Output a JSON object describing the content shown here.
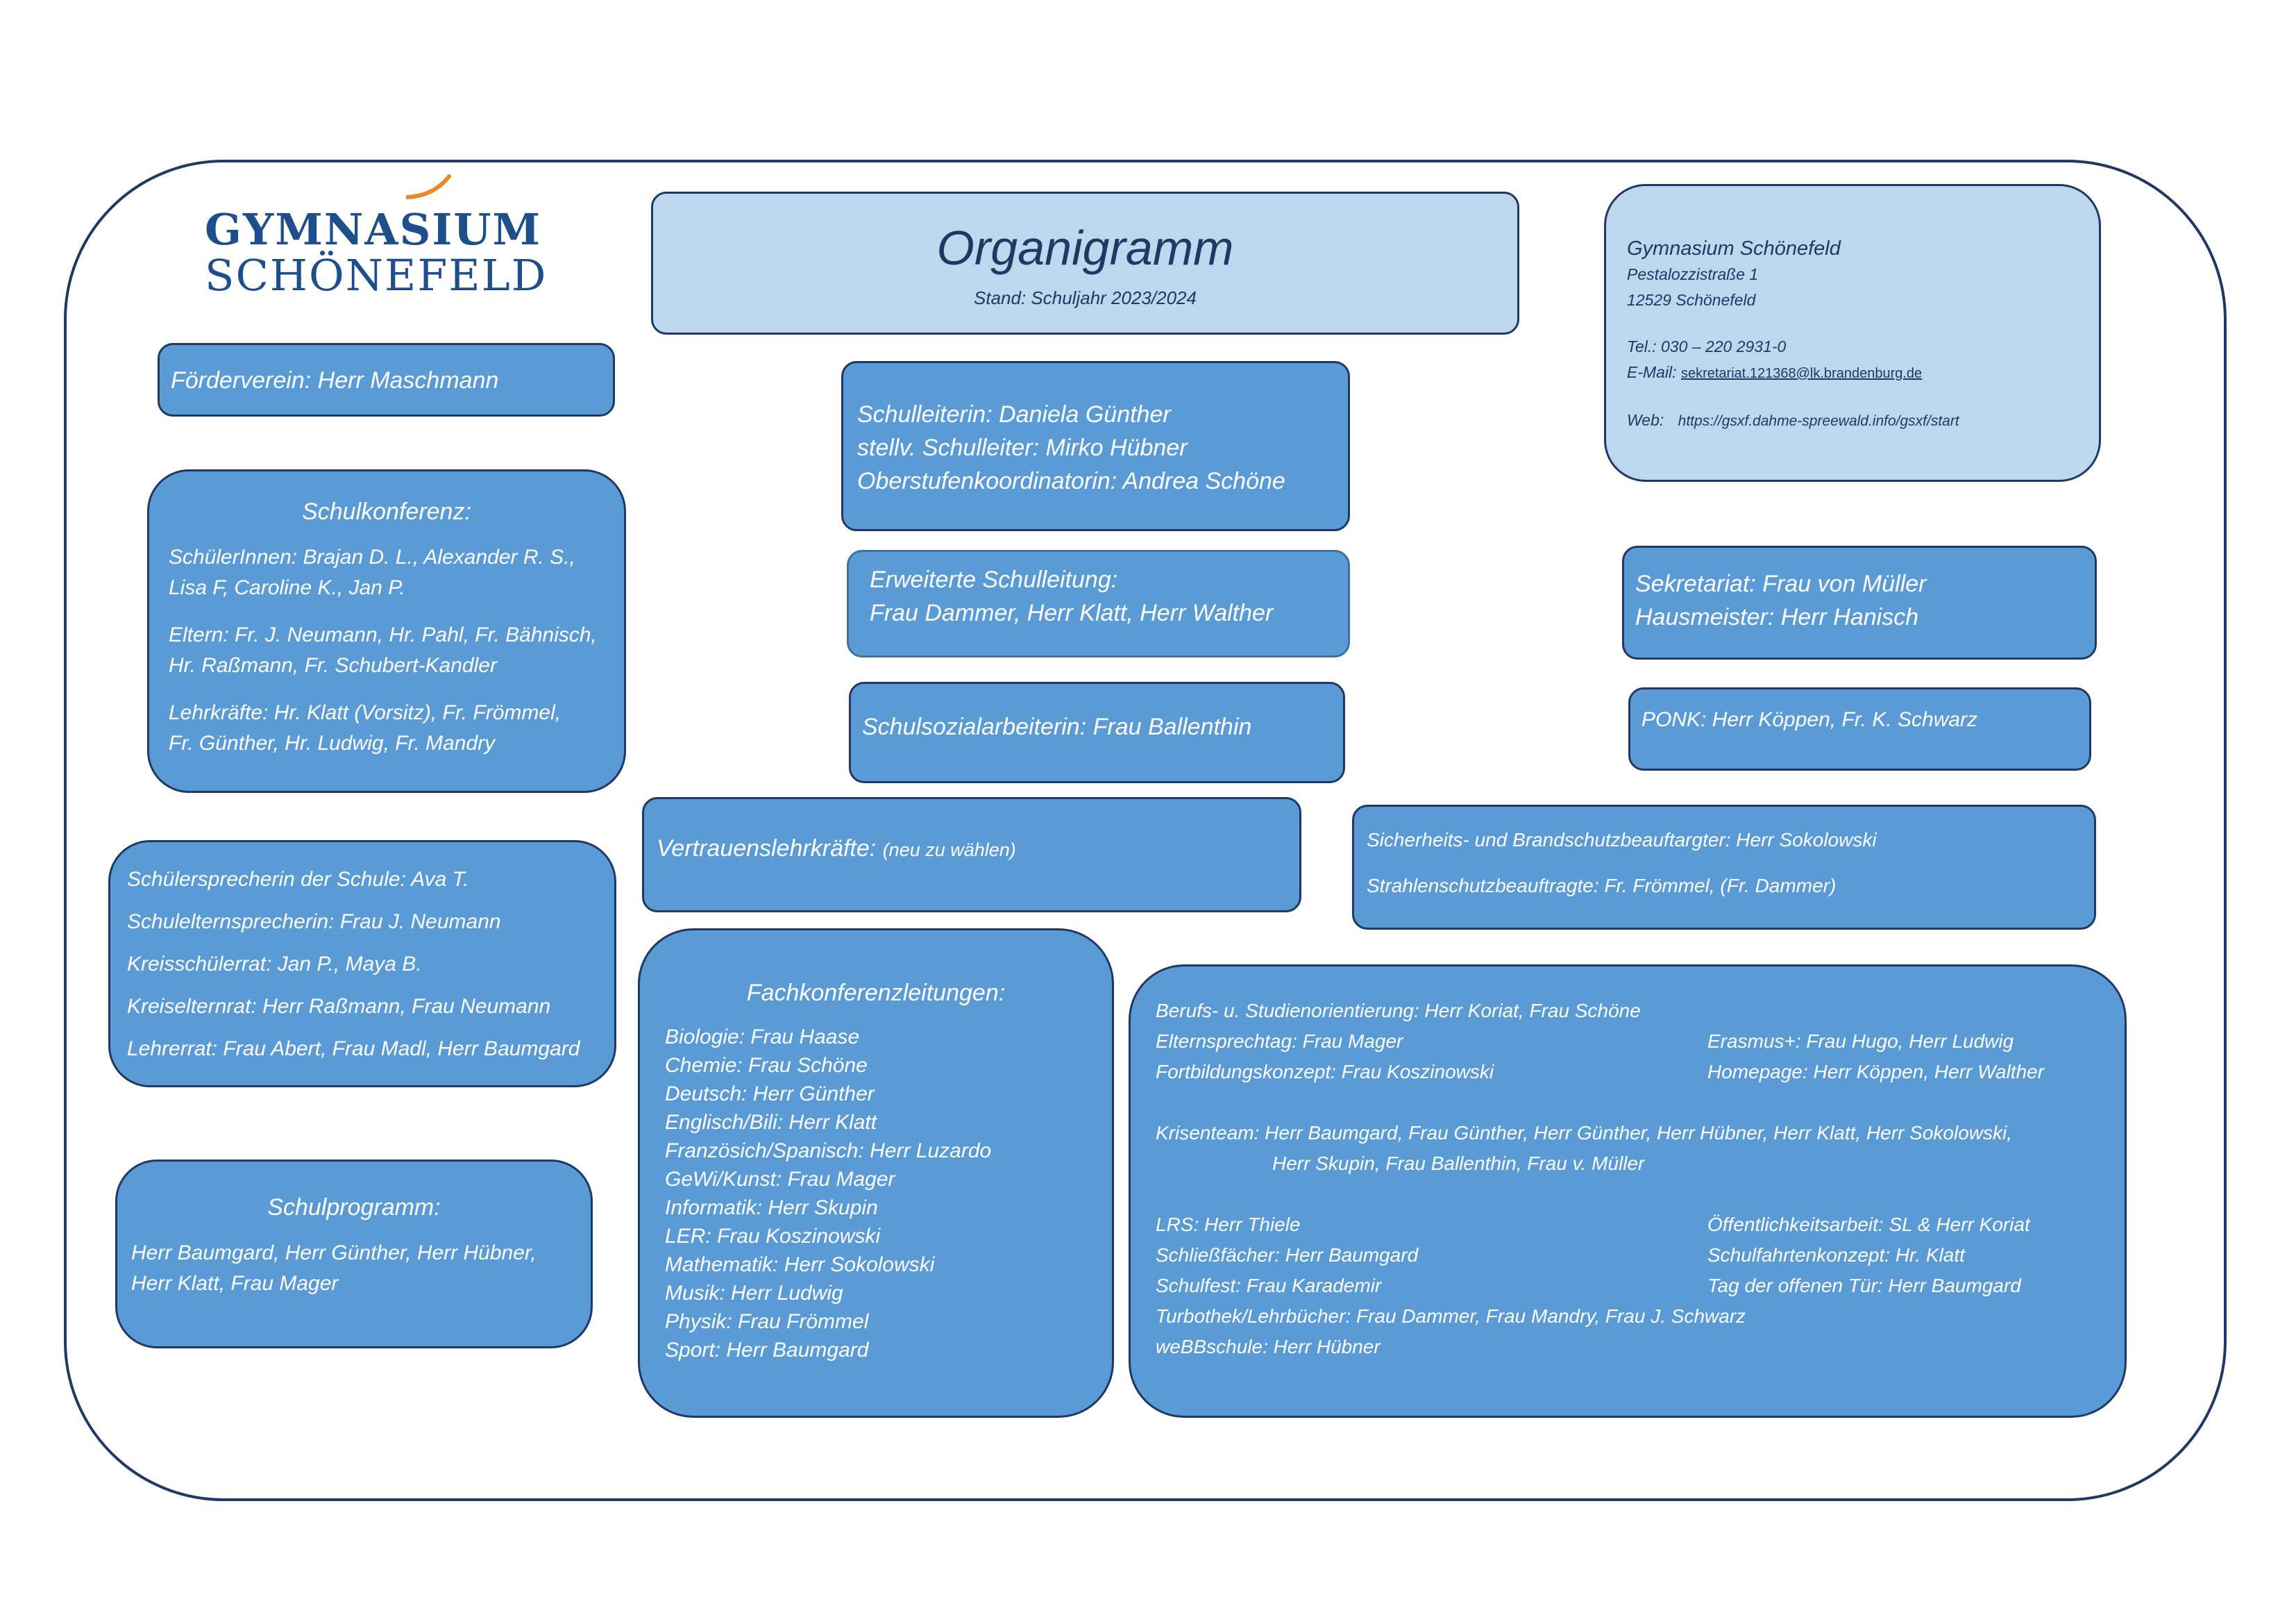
{
  "logo": {
    "line1": "GYMNASIUM",
    "line2": "SCHÖNEFELD",
    "accent_color": "#e8892a",
    "text_color": "#1f4e8c"
  },
  "header": {
    "title": "Organigramm",
    "subtitle": "Stand: Schuljahr 2023/2024"
  },
  "contact": {
    "school_name": "Gymnasium Schönefeld",
    "street": "Pestalozzistraße 1",
    "city": "12529 Schönefeld",
    "phone": "Tel.: 030 – 220 2931-0",
    "email_label": "E-Mail:",
    "email": "sekretariat.121368@lk.brandenburg.de",
    "web_label": "Web:",
    "web": "https://gsxf.dahme-spreewald.info/gsxf/start"
  },
  "foerderverein": "Förderverein: Herr Maschmann",
  "schulleitung": [
    "Schulleiterin: Daniela Günther",
    "stellv. Schulleiter: Mirko Hübner",
    "Oberstufenkoordinatorin: Andrea Schöne"
  ],
  "erweiterte_schulleitung": {
    "title": "Erweiterte Schulleitung:",
    "members": "Frau Dammer, Herr Klatt, Herr Walther"
  },
  "schulsozialarbeit": "Schulsozialarbeiterin: Frau Ballenthin",
  "sekretariat": [
    "Sekretariat: Frau von Müller",
    "Hausmeister: Herr Hanisch"
  ],
  "ponk": "PONK: Herr Köppen, Fr. K. Schwarz",
  "schulkonferenz": {
    "title": "Schulkonferenz:",
    "schueler": [
      "SchülerInnen: Brajan D. L., Alexander R. S.,",
      "Lisa F,  Caroline K., Jan P."
    ],
    "eltern": [
      "Eltern: Fr.  J. Neumann, Hr. Pahl, Fr. Bähnisch,",
      "Hr. Raßmann, Fr. Schubert-Kandler"
    ],
    "lehrkraefte": [
      "Lehrkräfte: Hr. Klatt (Vorsitz), Fr. Frömmel,",
      "Fr. Günther, Hr. Ludwig, Fr. Mandry"
    ]
  },
  "vertretungen": [
    "Schülersprecherin der Schule:  Ava T.",
    "Schulelternsprecherin: Frau J. Neumann",
    "Kreisschülerrat: Jan P., Maya B.",
    "Kreiselternrat: Herr Raßmann, Frau Neumann",
    "Lehrerrat: Frau Abert, Frau Madl, Herr  Baumgard"
  ],
  "vertrauenslehrkraefte": {
    "label": "Vertrauenslehrkräfte:",
    "note": "(neu zu wählen)"
  },
  "sicherheit": [
    "Sicherheits- und Brandschutzbeauftargter: Herr Sokolowski",
    "Strahlenschutzbeauftragte: Fr. Frömmel, (Fr. Dammer)"
  ],
  "schulprogramm": {
    "title": "Schulprogramm:",
    "members": [
      "Herr Baumgard, Herr Günther, Herr Hübner,",
      "Herr Klatt, Frau Mager"
    ]
  },
  "fachkonferenzen": {
    "title": "Fachkonferenzleitungen:",
    "items": [
      "Biologie: Frau Haase",
      "Chemie:  Frau Schöne",
      "Deutsch: Herr Günther",
      "Englisch/Bili: Herr Klatt",
      "Französich/Spanisch: Herr Luzardo",
      "GeWi/Kunst: Frau Mager",
      "Informatik: Herr Skupin",
      "LER: Frau Koszinowski",
      "Mathematik: Herr Sokolowski",
      "Musik: Herr Ludwig",
      "Physik: Frau Frömmel",
      "Sport: Herr Baumgard"
    ]
  },
  "aufgaben": {
    "berufsorientierung": "Berufs- u. Studienorientierung: Herr Koriat, Frau Schöne",
    "row1_left": "Elternsprechtag: Frau Mager",
    "row1_right": "Erasmus+: Frau Hugo, Herr Ludwig",
    "row2_left": "Fortbildungskonzept: Frau Koszinowski",
    "row2_right": "Homepage: Herr Köppen, Herr Walther",
    "krisenteam_1": "Krisenteam: Herr Baumgard, Frau Günther, Herr Günther, Herr Hübner, Herr Klatt, Herr Sokolowski,",
    "krisenteam_2": "Herr Skupin, Frau Ballenthin, Frau v. Müller",
    "row3_left": "LRS: Herr Thiele",
    "row3_right": "Öffentlichkeitsarbeit: SL & Herr Koriat",
    "row4_left": "Schließfächer: Herr Baumgard",
    "row4_right": "Schulfahrtenkonzept: Hr. Klatt",
    "row5_left": "Schulfest: Frau Karademir",
    "row5_right": "Tag der offenen Tür: Herr Baumgard",
    "turbothek": "Turbothek/Lehrbücher: Frau Dammer, Frau Mandry, Frau  J. Schwarz",
    "webbschule": "weBBschule: Herr Hübner"
  },
  "colors": {
    "box_fill": "#5b9bd5",
    "box_light_fill": "#bdd7ee",
    "border": "#1f3864"
  }
}
